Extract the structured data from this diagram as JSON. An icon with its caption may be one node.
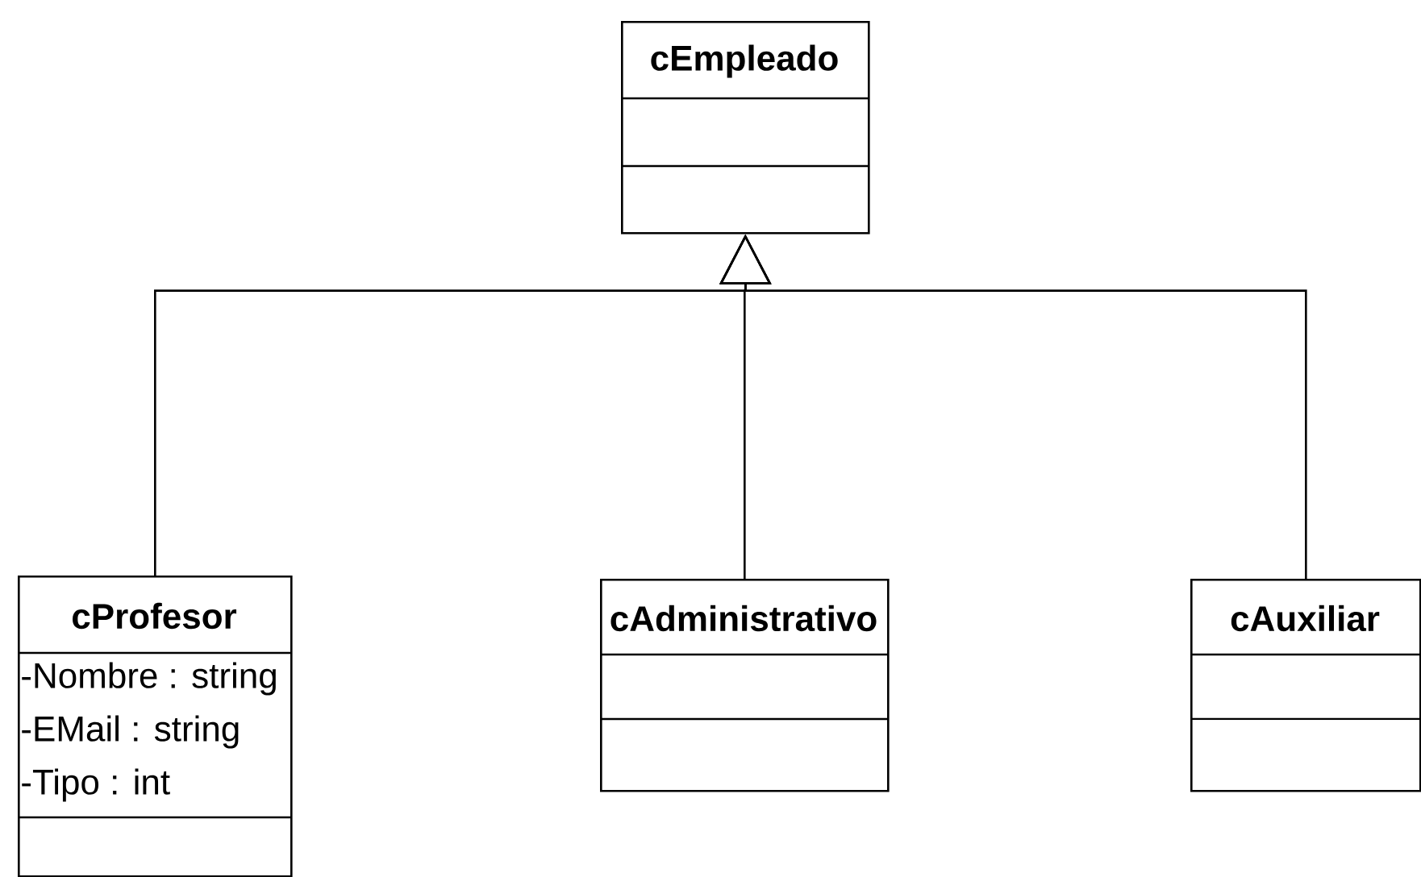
{
  "diagram": {
    "nodes": [
      {
        "text": [
          "cEmpleado"
        ]
      },
      {
        "text": [
          "cProfesor",
          "-Nombre : string",
          "-EMail : string",
          "-Tipo : int"
        ]
      },
      {
        "text": [
          "cAdministrativo"
        ]
      },
      {
        "text": [
          "cAuxiliar"
        ]
      }
    ],
    "edges": [
      {
        "from": 1,
        "to": 0,
        "arrow": "to"
      },
      {
        "from": 2,
        "to": 0,
        "arrow": "to"
      },
      {
        "from": 3,
        "to": 0,
        "arrow": "to"
      }
    ]
  }
}
